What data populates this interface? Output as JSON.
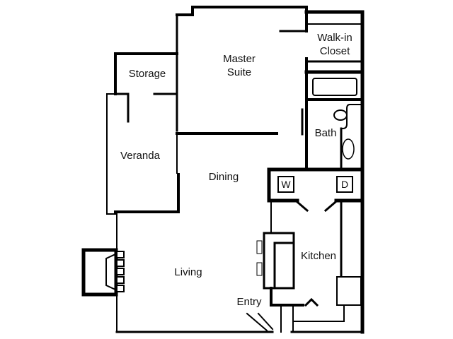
{
  "floorplan": {
    "rooms": [
      {
        "id": "walk-in-closet",
        "label": "Walk-in\nCloset",
        "line1": "Walk-in",
        "line2": "Closet"
      },
      {
        "id": "master-suite",
        "label": "Master Suite",
        "line1": "Master",
        "line2": "Suite"
      },
      {
        "id": "storage",
        "label": "Storage"
      },
      {
        "id": "bath",
        "label": "Bath"
      },
      {
        "id": "veranda",
        "label": "Veranda"
      },
      {
        "id": "dining",
        "label": "Dining"
      },
      {
        "id": "kitchen",
        "label": "Kitchen"
      },
      {
        "id": "living",
        "label": "Living"
      },
      {
        "id": "entry",
        "label": "Entry"
      }
    ],
    "appliances": {
      "washer": "W",
      "dryer": "D"
    },
    "colors": {
      "wall": "#000000",
      "background": "#ffffff"
    }
  }
}
